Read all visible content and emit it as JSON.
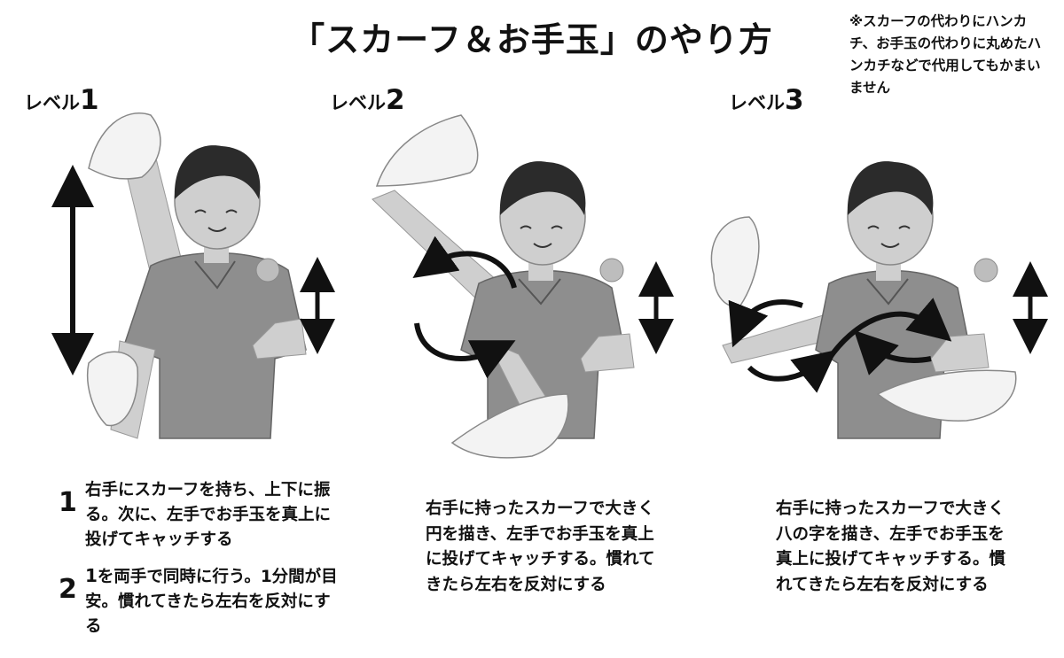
{
  "title": "「スカーフ＆お手玉」のやり方",
  "note": "※スカーフの代わりにハンカチ、お手玉の代わりに丸めたハンカチなどで代用してもかまいません",
  "levels": [
    {
      "word": "レベル",
      "number": "1",
      "steps": [
        {
          "number": "1",
          "text": "右手にスカーフを持ち、上下に振る。次に、左手でお手玉を真上に投げてキャッチする"
        },
        {
          "number": "2",
          "ref": "1",
          "text": "を両手で同時に行う。1分間が目安。慣れてきたら左右を反対にする"
        }
      ]
    },
    {
      "word": "レベル",
      "number": "2",
      "text": "右手に持ったスカーフで大きく円を描き、左手でお手玉を真上に投げてキャッチする。慣れてきたら左右を反対にする"
    },
    {
      "word": "レベル",
      "number": "3",
      "text": "右手に持ったスカーフで大きく八の字を描き、左手でお手玉を真上に投げてキャッチする。慣れてきたら左右を反対にする"
    }
  ],
  "colors": {
    "shirt": "#8e8e8e",
    "skin": "#cfcfcf",
    "hair": "#2b2b2b",
    "scarf": "#f3f3f3",
    "arrow": "#111111"
  }
}
